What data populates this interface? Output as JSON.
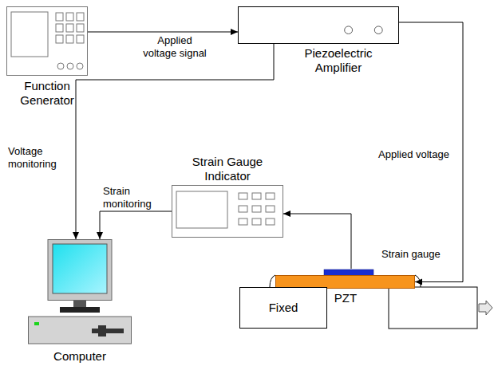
{
  "diagram": {
    "nodes": [
      {
        "text": [
          "Function Generator"
        ]
      },
      {
        "text": [
          "Piezoelectric Amplifier"
        ]
      },
      {
        "text": [
          "Strain Gauge Indicator"
        ]
      },
      {
        "text": [
          "PZT"
        ]
      },
      {
        "text": [
          "Fixed"
        ]
      },
      {
        "text": [
          "Computer"
        ]
      }
    ],
    "edges": [
      {
        "from": 0,
        "to": 1,
        "label": "Applied voltage signal",
        "arrow": "to"
      },
      {
        "from": 1,
        "to": 5,
        "label": "Voltage monitoring",
        "arrow": "to"
      },
      {
        "from": 1,
        "to": 3,
        "label": "Applied voltage",
        "arrow": "to"
      },
      {
        "from": 2,
        "to": 5,
        "label": "Strain monitoring",
        "arrow": "to"
      },
      {
        "from": 3,
        "to": 2,
        "arrow": "to"
      }
    ],
    "labels": [
      "Strain gauge"
    ]
  }
}
